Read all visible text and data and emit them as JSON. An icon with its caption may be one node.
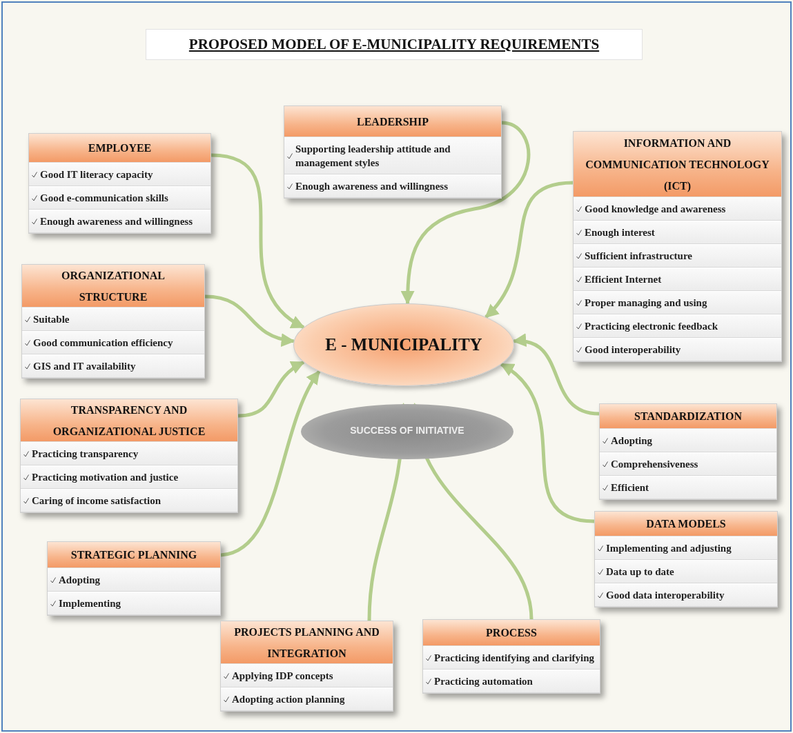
{
  "diagram": {
    "title": "PROPOSED MODEL OF E-MUNICIPALITY REQUIREMENTS",
    "nodes": [
      {
        "text": [
          "EMPLOYEE",
          "Good IT literacy capacity",
          "Good e-communication skills",
          "Enough awareness and willingness"
        ]
      },
      {
        "text": [
          "LEADERSHIP",
          "Supporting leadership attitude and management styles",
          "Enough awareness and willingness"
        ]
      },
      {
        "text": [
          "INFORMATION AND COMMUNICATION TECHNOLOGY (ICT)",
          "Good knowledge and awareness",
          "Enough interest",
          "Sufficient infrastructure",
          "Efficient Internet",
          "Proper managing and using",
          "Practicing electronic feedback",
          "Good interoperability"
        ]
      },
      {
        "text": [
          "ORGANIZATIONAL STRUCTURE",
          "Suitable",
          "Good communication efficiency",
          "GIS and IT availability"
        ]
      },
      {
        "text": [
          "E - MUNICIPALITY"
        ]
      },
      {
        "text": [
          "TRANSPARENCY AND ORGANIZATIONAL JUSTICE",
          "Practicing transparency",
          "Practicing motivation and justice",
          "Caring of income satisfaction"
        ]
      },
      {
        "text": [
          "SUCCESS OF INITIATIVE"
        ]
      },
      {
        "text": [
          "STANDARDIZATION",
          "Adopting",
          "Comprehensiveness",
          "Efficient"
        ]
      },
      {
        "text": [
          "DATA MODELS",
          "Implementing and adjusting",
          "Data up to date",
          "Good data interoperability"
        ]
      },
      {
        "text": [
          "STRATEGIC PLANNING",
          "Adopting",
          "Implementing"
        ]
      },
      {
        "text": [
          "PROJECTS PLANNING AND INTEGRATION",
          "Applying IDP concepts",
          "Adopting action planning"
        ]
      },
      {
        "text": [
          "PROCESS",
          "Practicing identifying and clarifying",
          "Practicing automation"
        ]
      }
    ],
    "edges": [
      {
        "from": 0,
        "to": 4,
        "arrow": "to"
      },
      {
        "from": 1,
        "to": 4,
        "arrow": "to"
      },
      {
        "from": 2,
        "to": 4,
        "arrow": "to"
      },
      {
        "from": 3,
        "to": 4,
        "arrow": "to"
      },
      {
        "from": 5,
        "to": 4,
        "arrow": "to"
      },
      {
        "from": 7,
        "to": 4,
        "arrow": "to"
      },
      {
        "from": 8,
        "to": 4,
        "arrow": "to"
      },
      {
        "from": 9,
        "to": 4,
        "arrow": "to"
      },
      {
        "from": 10,
        "to": 6,
        "arrow": "to"
      },
      {
        "from": 11,
        "to": 6,
        "arrow": "to"
      }
    ]
  }
}
